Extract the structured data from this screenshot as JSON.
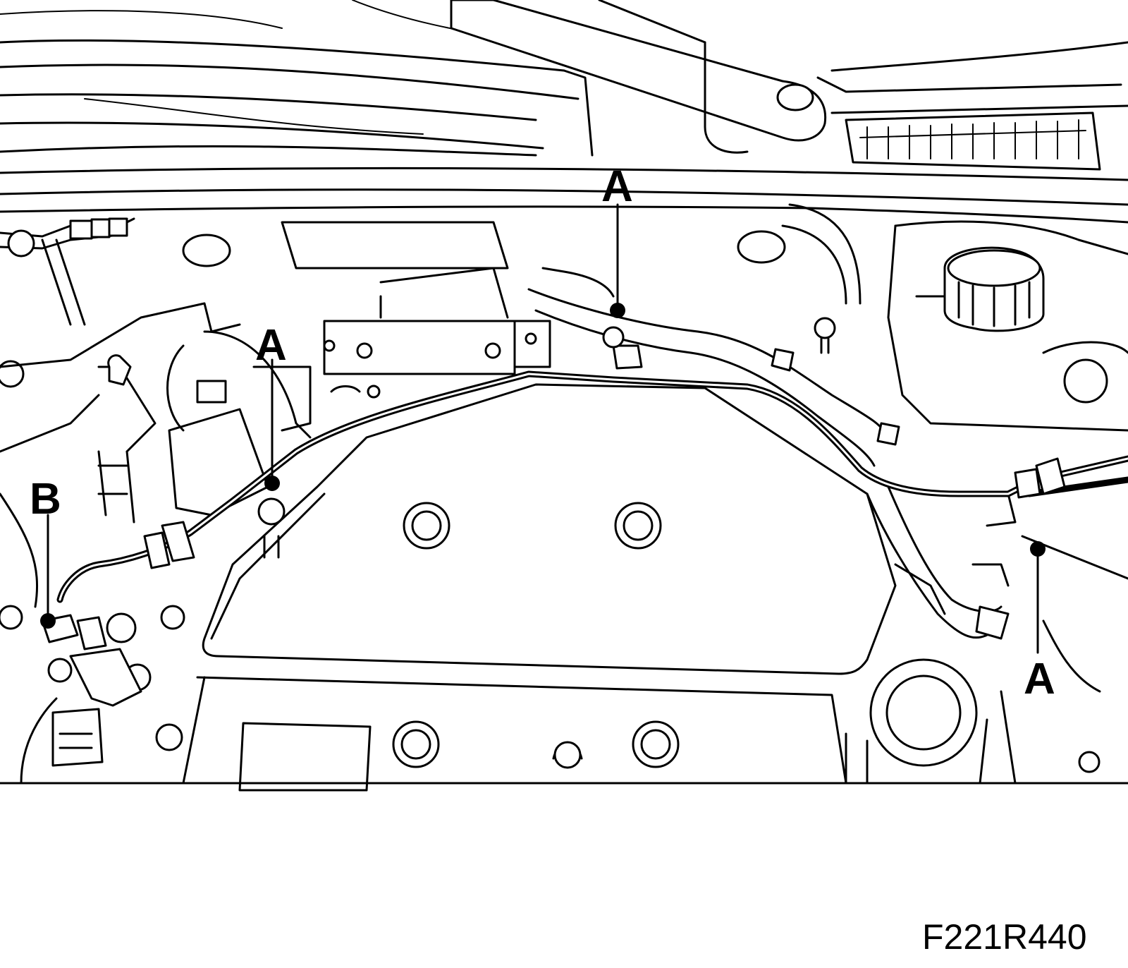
{
  "figure": {
    "id": "F221R440"
  },
  "callouts": [
    {
      "key": "cable_clip_a_center",
      "letter": "A"
    },
    {
      "key": "cable_clip_a_left",
      "letter": "A"
    },
    {
      "key": "cable_clip_a_right",
      "letter": "A"
    },
    {
      "key": "connector_b",
      "letter": "B"
    }
  ],
  "colors": {
    "line": "#000000",
    "background": "#ffffff"
  }
}
